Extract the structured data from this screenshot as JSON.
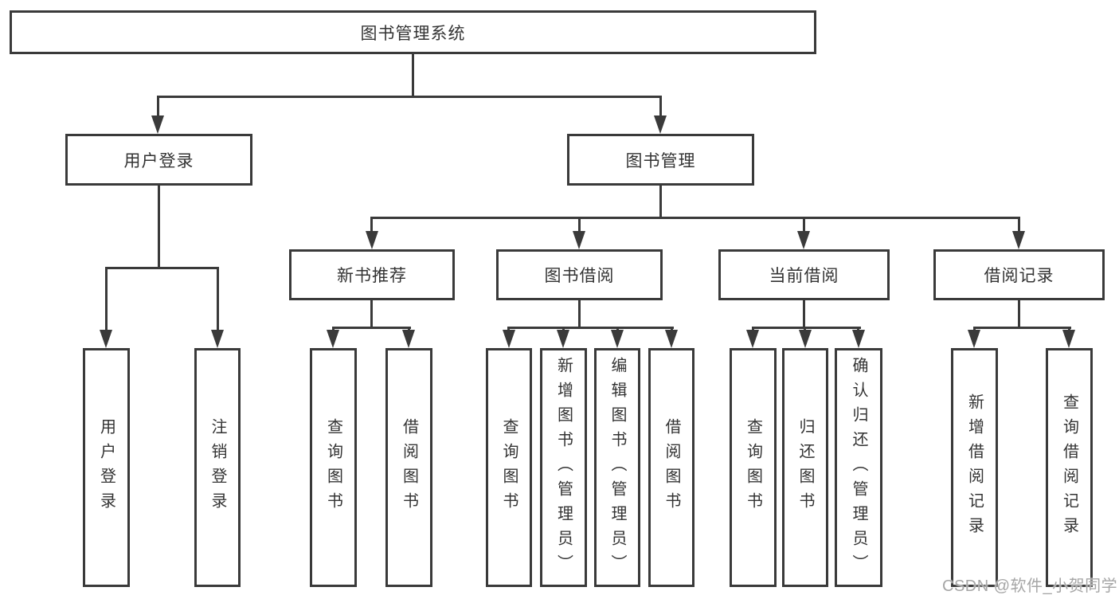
{
  "diagram": {
    "title": "图书管理系统",
    "branches": [
      {
        "label": "用户登录",
        "children": [
          {
            "label": "用户登录"
          },
          {
            "label": "注销登录"
          }
        ]
      },
      {
        "label": "图书管理",
        "children": [
          {
            "label": "新书推荐",
            "children": [
              {
                "label": "查询图书"
              },
              {
                "label": "借阅图书"
              }
            ]
          },
          {
            "label": "图书借阅",
            "children": [
              {
                "label": "查询图书"
              },
              {
                "label": "新增图书（管理员）"
              },
              {
                "label": "编辑图书（管理员）"
              },
              {
                "label": "借阅图书"
              }
            ]
          },
          {
            "label": "当前借阅",
            "children": [
              {
                "label": "查询图书"
              },
              {
                "label": "归还图书"
              },
              {
                "label": "确认归还（管理员）"
              }
            ]
          },
          {
            "label": "借阅记录",
            "children": [
              {
                "label": "新增借阅记录"
              },
              {
                "label": "查询借阅记录"
              }
            ]
          }
        ]
      }
    ]
  },
  "watermark": {
    "text": "CSDN @软件_小贺同学"
  },
  "colors": {
    "line": "#3a3a3a",
    "text": "#333333",
    "watermark": "#a6a6a6",
    "background": "#ffffff"
  }
}
